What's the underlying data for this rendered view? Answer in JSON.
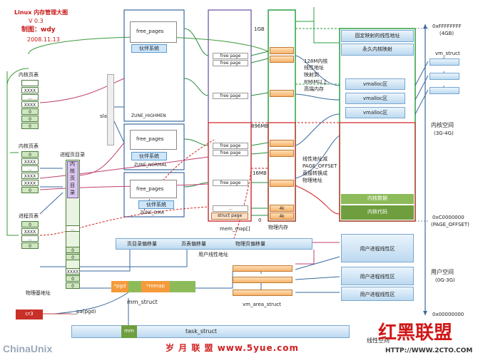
{
  "title": {
    "line1": "Linux 内存管理大图",
    "version": "V 0.3",
    "author": "制图：wdy",
    "date": "2008.11.13"
  },
  "zones": {
    "free_pages": "free_pages",
    "buddy": "伙伴系统",
    "highmem": "ZUNE_HIGHMEN",
    "normal": "ZUNE_NORMAL",
    "dma": "ZUNE_DMA",
    "slab": "slab"
  },
  "mem_map": {
    "free_page": "free page",
    "struct_page": "struct page",
    "label": "mem_map[]",
    "dots": "..."
  },
  "physical": {
    "label": "物理内存",
    "mark_1g": "1GB",
    "mark_896": "896MB",
    "mark_16": "16MB",
    "mark_0": "0",
    "k4a": "4k",
    "k4b": "4k",
    "note_high": [
      "128M内核",
      "线性地址",
      "映射到",
      "896M以上",
      "高端内存"
    ],
    "note_low": [
      "线性地址减",
      "PAGE_OFFSET",
      "直接转换成",
      "物理地址"
    ]
  },
  "kernel_space": {
    "fixmap": "固定映射的线性地址",
    "persistent": "永久内核映射",
    "vmalloc": [
      "vmalloc区",
      "vmalloc区",
      "vmalloc区"
    ],
    "kdata": "内核数据",
    "kcode": "内核代码",
    "user_areas": [
      "用户进程线性区",
      "用户进程线性区",
      "用户进程线性区"
    ]
  },
  "addresses": {
    "top": "0xFFFFFFFF",
    "top_size": "(4GB)",
    "vm_struct": "vm_struct",
    "kernel_space": "内核空间",
    "kernel_range": "(3G-4G)",
    "page_offset_addr": "0xC0000000",
    "page_offset": "(PAGE_OFFSET)",
    "user_space": "用户空间",
    "user_range": "(0G-3G)",
    "bottom": "0x00000000"
  },
  "page_tables": {
    "pte_title_1": "内核页表",
    "pte_title_2": "内核页表",
    "pte_title_3": "进程页表",
    "pgd_title": "进程页目录",
    "xxxx": "XXXX",
    "zero": "0",
    "dots": "...",
    "pgd_chars": [
      "内",
      "核",
      "页",
      "目",
      "录"
    ],
    "phys_base": "物理基地址",
    "cr3": "cr3",
    "pai_pgd": "__pa(pgd)"
  },
  "linear_address": {
    "pgd_offset": "页目录偏移量",
    "pte_offset": "页表偏移量",
    "page_offset": "物理页偏移量",
    "label": "用户线性地址"
  },
  "structs": {
    "pgd": "*pgd",
    "mmap": "*mmap",
    "mm_struct": "mm_struct",
    "vm_area_struct": "vm_area_struct",
    "mm": "mm",
    "task_struct": "task_struct",
    "linear_space": "线性空间"
  },
  "watermarks": {
    "chinaunix": "ChinaUnix",
    "suiyue": "岁 月 联 盟   www.5yue.com",
    "hongheilianmeng": "红黑联盟",
    "url": "HTTP://WWW.2CTO.COM"
  }
}
